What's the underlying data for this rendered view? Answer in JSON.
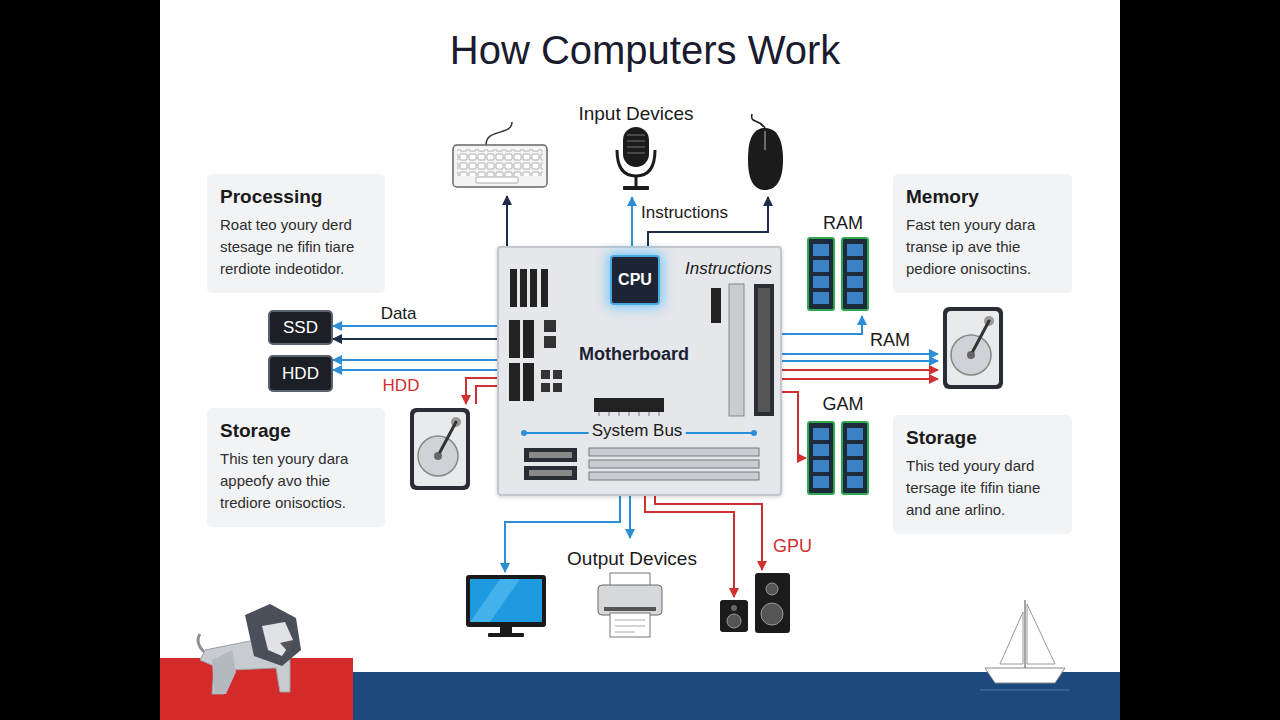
{
  "diagram": {
    "title": "How Computers Work",
    "nodes": [
      {
        "text": [
          "Processing",
          "Roat teo youry derd stesage ne fifin tiare rerdiote indeotidor."
        ]
      },
      {
        "text": [
          "Memory",
          "Fast ten youry dara transe ip ave thie pediore onisoctins."
        ]
      },
      {
        "text": [
          "Motherboard"
        ]
      },
      {
        "text": [
          "CPU"
        ],
        "in": 2
      },
      {
        "text": [
          "SSD"
        ]
      },
      {
        "text": [
          "HDD"
        ]
      },
      {
        "text": [
          "Storage",
          "This ten youry dara appeofy avo thie trediore onisoctios."
        ]
      },
      {
        "text": [
          "Storage",
          "This ted youry dard tersage ite fifin tiane and ane arlino."
        ]
      }
    ],
    "edges": [
      {
        "from": 2,
        "to": 4,
        "label": "Data",
        "arrow": "to"
      },
      {
        "from": 2,
        "to": 4,
        "arrow": "to"
      },
      {
        "from": 2,
        "to": 5,
        "arrow": "to"
      },
      {
        "from": 2,
        "to": 5,
        "arrow": "to"
      }
    ],
    "labels": [
      "Input Devices",
      "Instructions",
      "Instructions",
      "RAM",
      "RAM",
      "HDD",
      "GAM",
      "System Bus",
      "Output Devices",
      "GPU"
    ]
  }
}
